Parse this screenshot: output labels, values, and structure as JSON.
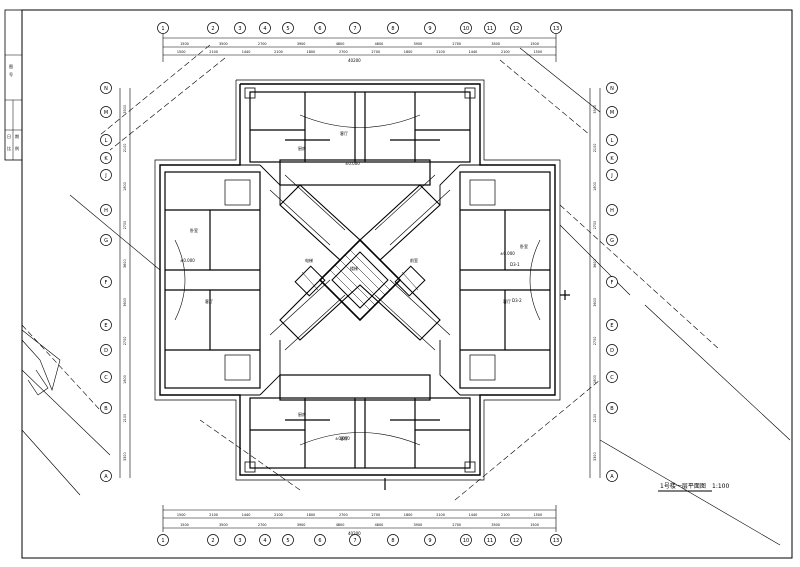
{
  "drawing": {
    "title": "1号楼一层平面图",
    "scale": "1:100",
    "overall_dimension_top": "40200",
    "overall_dimension_bottom": "40200"
  },
  "title_block": {
    "cells": [
      "图",
      "号",
      "日",
      "期",
      "比",
      "例"
    ]
  },
  "grid_axes": {
    "top": [
      "1",
      "2",
      "3",
      "4",
      "5",
      "6",
      "7",
      "8",
      "9",
      "10",
      "11",
      "12",
      "13"
    ],
    "bottom": [
      "1",
      "2",
      "3",
      "4",
      "5",
      "6",
      "7",
      "8",
      "9",
      "10",
      "11",
      "12",
      "13"
    ],
    "left": [
      "N",
      "M",
      "L",
      "K",
      "J",
      "H",
      "G",
      "F",
      "E",
      "D",
      "C",
      "B",
      "A"
    ],
    "right": [
      "N",
      "M",
      "L",
      "K",
      "J",
      "H",
      "G",
      "F",
      "E",
      "D",
      "C",
      "B",
      "A"
    ]
  },
  "dimensions": {
    "top_row1": [
      "1500",
      "3500",
      "2700",
      "3900",
      "4800",
      "4800",
      "3900",
      "2700",
      "3500",
      "1500"
    ],
    "top_row2": [
      "1500",
      "2100",
      "1440",
      "2100",
      "1800",
      "2700",
      "2700",
      "1800",
      "2100",
      "1440",
      "2100",
      "1500"
    ],
    "bottom_row1": [
      "1500",
      "2100",
      "1440",
      "2100",
      "1800",
      "2700",
      "2700",
      "1800",
      "2100",
      "1440",
      "2100",
      "1500"
    ],
    "bottom_row2": [
      "1500",
      "3500",
      "2700",
      "3900",
      "4800",
      "4800",
      "3900",
      "2700",
      "3500",
      "1500"
    ],
    "left": [
      "3300",
      "2100",
      "1800",
      "2700",
      "3600",
      "3600",
      "2700",
      "1800",
      "2100",
      "3300"
    ],
    "right": [
      "3300",
      "2100",
      "1800",
      "2700",
      "3600",
      "3600",
      "2700",
      "1800",
      "2100",
      "3300"
    ]
  },
  "rooms": {
    "north_unit": "客厅",
    "south_unit": "客厅",
    "west_unit": "客厅",
    "east_unit": "客厅",
    "stair": "楼梯",
    "elevator": "电梯",
    "hall": "前室",
    "bedroom_w": "卧室",
    "bedroom_e": "卧室",
    "kitchen_n": "厨房",
    "kitchen_s": "厨房",
    "unit_label_e": "D3-1",
    "unit_label_e2": "D3-2"
  },
  "levels": {
    "n": "±0.000",
    "s": "±0.000",
    "w": "±0.000",
    "e": "±0.000"
  }
}
